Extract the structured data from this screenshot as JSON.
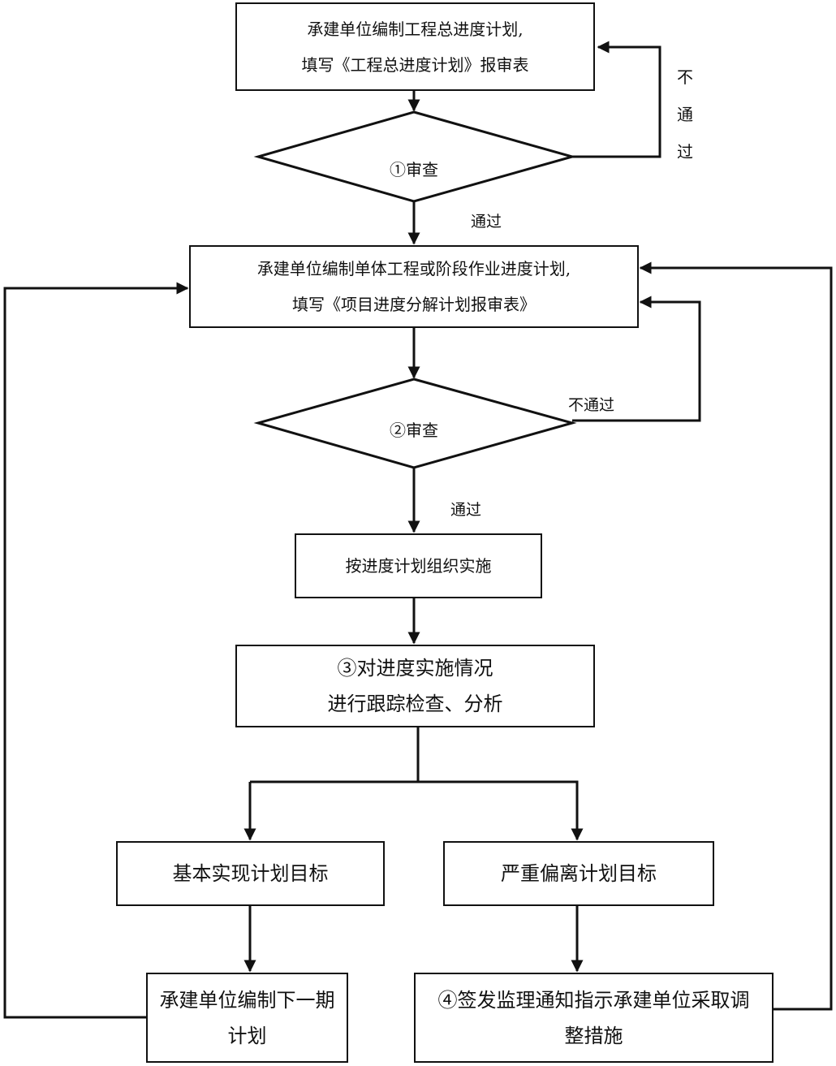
{
  "nodes": {
    "n1": {
      "line1": "承建单位编制工程总进度计划,",
      "line2": "填写《工程总进度计划》报审表"
    },
    "d1": {
      "label": "①审查"
    },
    "n2": {
      "line1": "承建单位编制单体工程或阶段作业进度计划,",
      "line2": "填写《项目进度分解计划报审表》"
    },
    "d2": {
      "label": "②审查"
    },
    "n3": {
      "line1": "按进度计划组织实施"
    },
    "n4": {
      "line1": "③对进度实施情况",
      "line2": "进行跟踪检查、分析"
    },
    "n5": {
      "line1": "基本实现计划目标"
    },
    "n6": {
      "line1": "严重偏离计划目标"
    },
    "n7": {
      "line1": "承建单位编制下一期",
      "line2": "计划"
    },
    "n8": {
      "line1": "④签发监理通知指示承建单位采取调",
      "line2": "整措施"
    }
  },
  "edge_labels": {
    "fail1_c1": "不",
    "fail1_c2": "通",
    "fail1_c3": "过",
    "pass1": "通过",
    "fail2": "不通过",
    "pass2": "通过"
  }
}
